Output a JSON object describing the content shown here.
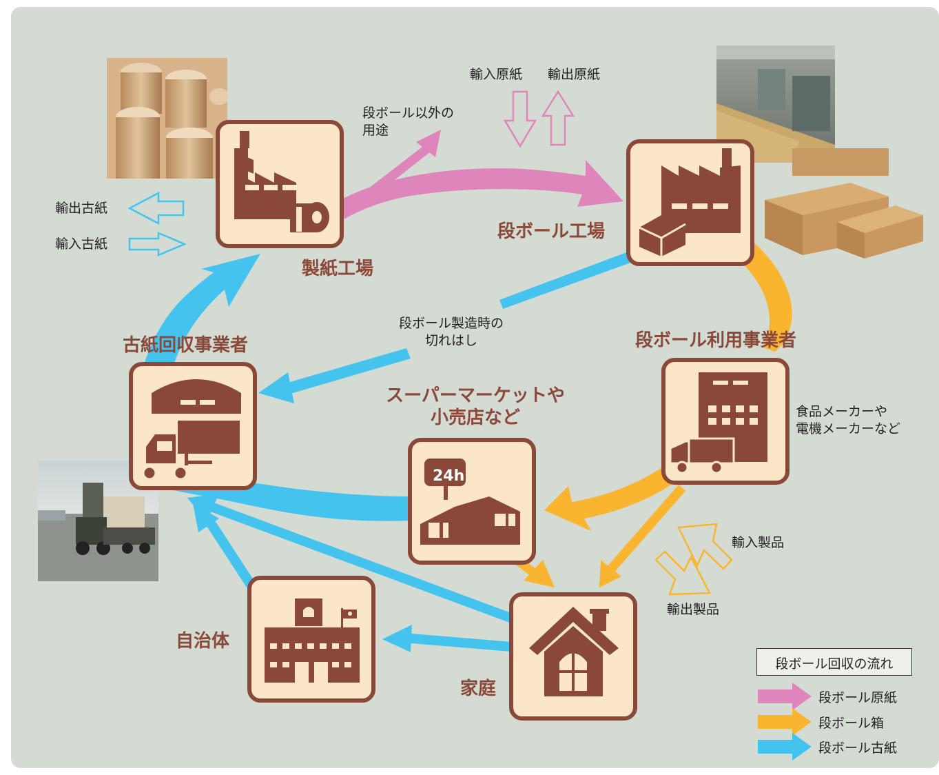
{
  "nodes": {
    "paper_mill": "製紙工場",
    "cardboard_factory": "段ボール工場",
    "cardboard_user": "段ボール利用事業者",
    "supermarket": "スーパーマーケットや\n小売店など",
    "home": "家庭",
    "municipality": "自治体",
    "wastepaper_collector": "古紙回収事業者"
  },
  "labels": {
    "export_wastepaper": "輸出古紙",
    "import_wastepaper": "輸入古紙",
    "other_uses": "段ボール以外の\n用途",
    "import_base_paper": "輸入原紙",
    "export_base_paper": "輸出原紙",
    "scraps": "段ボール製造時の\n切れはし",
    "manufacturers": "食品メーカーや\n電機メーカーなど",
    "import_products": "輸入製品",
    "export_products": "輸出製品",
    "store_24h": "24h"
  },
  "legend": {
    "title": "段ボール回収の流れ",
    "items": [
      {
        "label": "段ボール原紙",
        "color": "#de86bb"
      },
      {
        "label": "段ボール箱",
        "color": "#f9b52f"
      },
      {
        "label": "段ボール古紙",
        "color": "#45c3ef"
      }
    ]
  },
  "colors": {
    "background": "#d4dbd2",
    "icon_fill": "#8a4838",
    "icon_bg": "#fbe7c8",
    "pink": "#de86bb",
    "orange": "#f9b52f",
    "blue": "#45c3ef"
  }
}
